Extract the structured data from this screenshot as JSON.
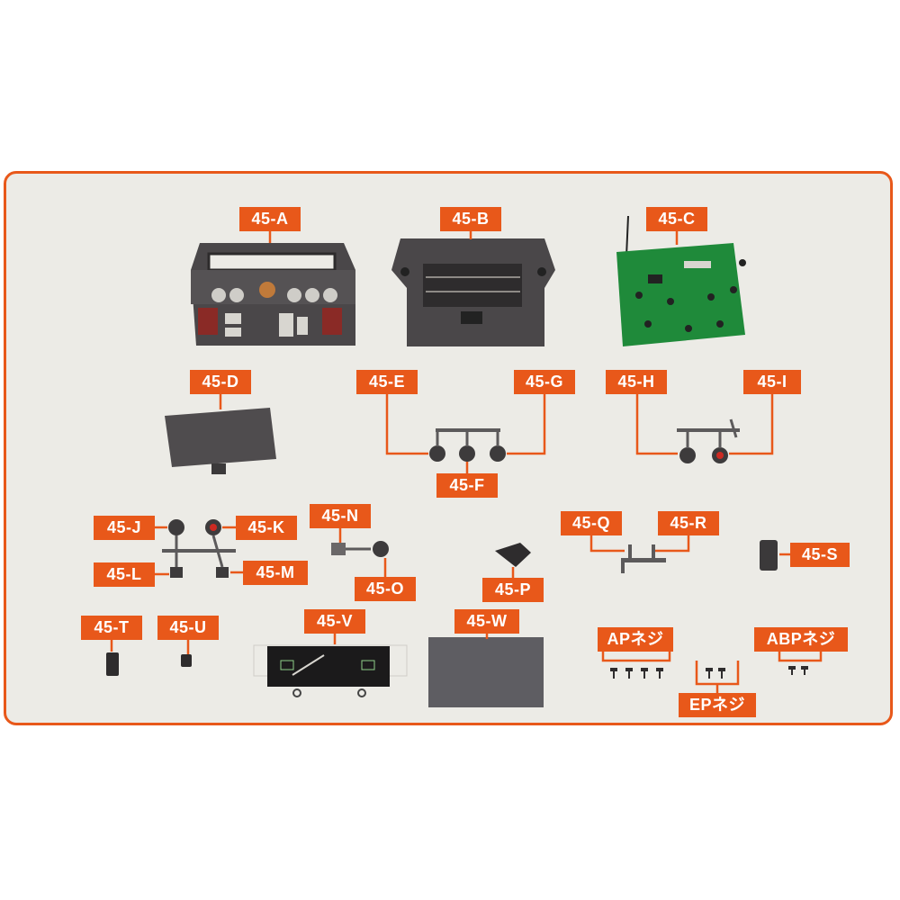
{
  "labels": {
    "A": "45-A",
    "B": "45-B",
    "C": "45-C",
    "D": "45-D",
    "E": "45-E",
    "F": "45-F",
    "G": "45-G",
    "H": "45-H",
    "I": "45-I",
    "J": "45-J",
    "K": "45-K",
    "L": "45-L",
    "M": "45-M",
    "N": "45-N",
    "O": "45-O",
    "P": "45-P",
    "Q": "45-Q",
    "R": "45-R",
    "S": "45-S",
    "T": "45-T",
    "U": "45-U",
    "V": "45-V",
    "W": "45-W",
    "ap": "APネジ",
    "ep": "EPネジ",
    "abp": "ABPネジ"
  },
  "colors": {
    "accent": "#e8581a",
    "panel": "#ecebe6",
    "plastic": "#4a4749",
    "pcb": "#1f8a3a",
    "red_part": "#8a2a26"
  }
}
